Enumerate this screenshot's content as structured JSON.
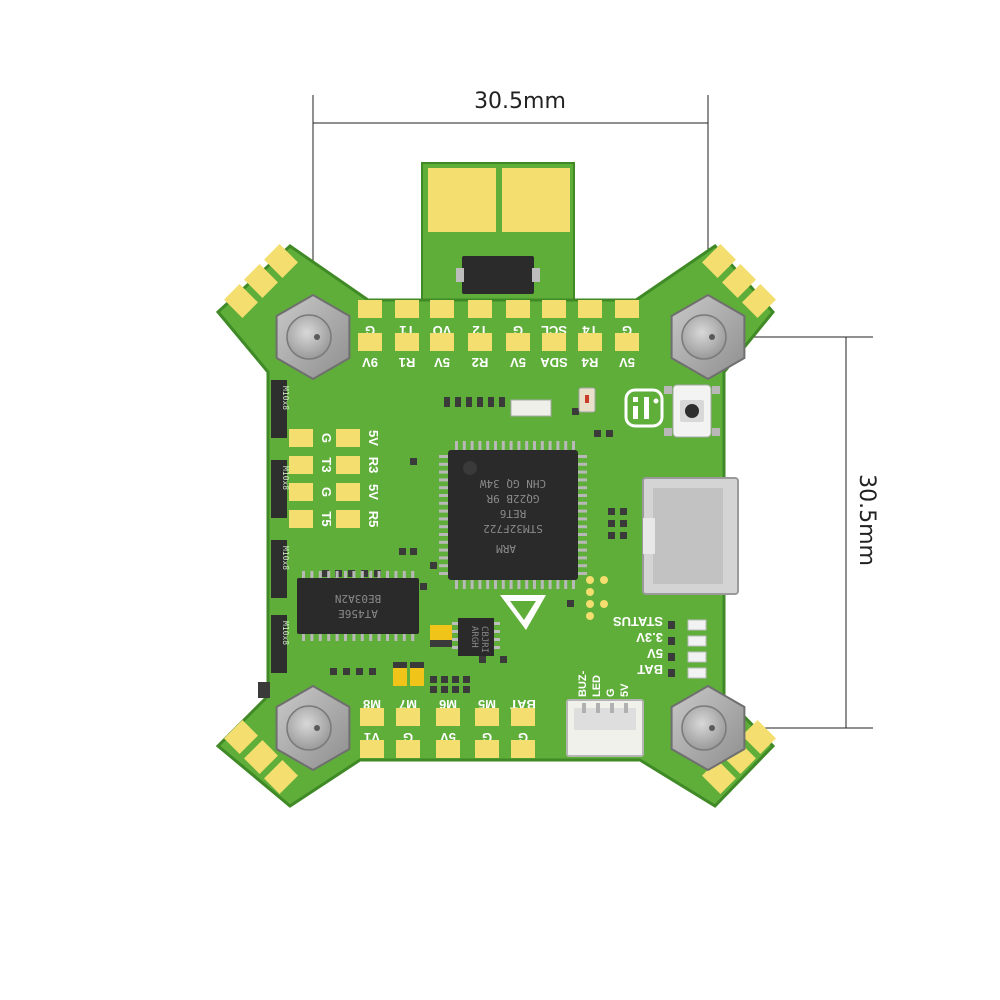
{
  "dimensions": {
    "horizontal": "30.5mm",
    "vertical": "30.5mm"
  },
  "top_row_upper": [
    "G",
    "T1",
    "VO",
    "T2",
    "G",
    "SCL",
    "T4",
    "G"
  ],
  "top_row_lower": [
    "9V",
    "R1",
    "5V",
    "R2",
    "5V",
    "SDA",
    "R4",
    "5V"
  ],
  "left_pads_left": [
    "G",
    "T3",
    "G",
    "T5"
  ],
  "left_pads_right": [
    "5V",
    "R3",
    "5V",
    "R5"
  ],
  "bottom_row_upper": [
    "M8",
    "M7",
    "M6",
    "M5",
    "BAT"
  ],
  "bottom_row_lower": [
    "V1",
    "G",
    "5V",
    "G",
    "G"
  ],
  "status_labels": [
    "STATUS",
    "3.3V",
    "5V",
    "BAT"
  ],
  "connector_labels": [
    "BUZ-",
    "LED",
    "G",
    "5V"
  ],
  "mcu": {
    "line1": "STM32F722",
    "line2": "RET6",
    "line3": "GQ22B  9R",
    "line4": "CHN  GQ 34W",
    "brand": "ARM"
  },
  "driver_chip": {
    "line1": "AT456E",
    "line2": "BE03A2N"
  },
  "small_chip": {
    "line1": "ARGH",
    "line2": "CBJRI"
  },
  "colors": {
    "pcb_green": "#5fae3a",
    "pcb_edge": "#3f8a26",
    "gold_pad": "#f3de6f",
    "standoff": "#a9a9a9"
  }
}
